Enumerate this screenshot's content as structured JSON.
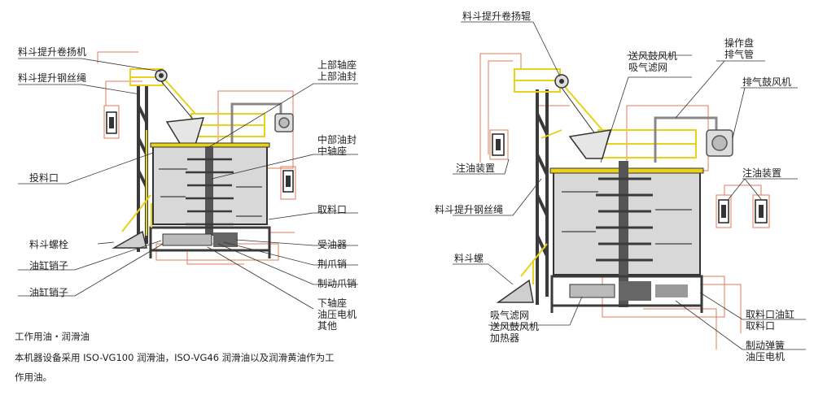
{
  "left_labels": {
    "hopper_winch": "料斗提升卷扬机",
    "hopper_rope": "料斗提升钢丝绳",
    "feed_port": "投料口",
    "hopper_bolt": "料斗螺栓",
    "cylinder_pin_1": "油缸销子",
    "cylinder_pin_2": "油缸销子",
    "upper_bearing": [
      "上部轴座",
      "上部油封"
    ],
    "mid_bearing": [
      "中部油封",
      "中轴座"
    ],
    "discharge_port": "取料口",
    "oil_receiver": "受油器",
    "claw_pin": "荆爪销",
    "brake_claw_pin": "制动爪销",
    "lower_group": [
      "下轴座",
      "油压电机",
      "其他"
    ]
  },
  "right_labels": {
    "winch_drum": "料斗提升卷扬辊",
    "blower_filter": [
      "送风鼓风机",
      "吸气滤网"
    ],
    "control_panel": [
      "操作盘",
      "排气管"
    ],
    "exhaust_blower": "排气鼓风机",
    "oiling_left": "注油装置",
    "oiling_right": "注油装置",
    "hopper_rope": "料斗提升钢丝绳",
    "hopper_screw": "料斗螺",
    "bottom_group": [
      "吸气滤网",
      "送风鼓风机",
      "加热器"
    ],
    "cylinder_port": [
      "取料口油缸",
      "取料口"
    ],
    "spring_motor": [
      "制动弹簧",
      "油压电机"
    ]
  },
  "note": {
    "heading": "工作用油・润滑油",
    "body_line1": "本机器设备采用 ISO-VG100 润滑油，ISO-VG46 润滑油以及润滑黄油作为工",
    "body_line2": "作用油。"
  },
  "colors": {
    "frame": "#3a3a3a",
    "rail": "#e8d21a",
    "callout": "#e07b5a",
    "tank": "#d8d8d8"
  }
}
